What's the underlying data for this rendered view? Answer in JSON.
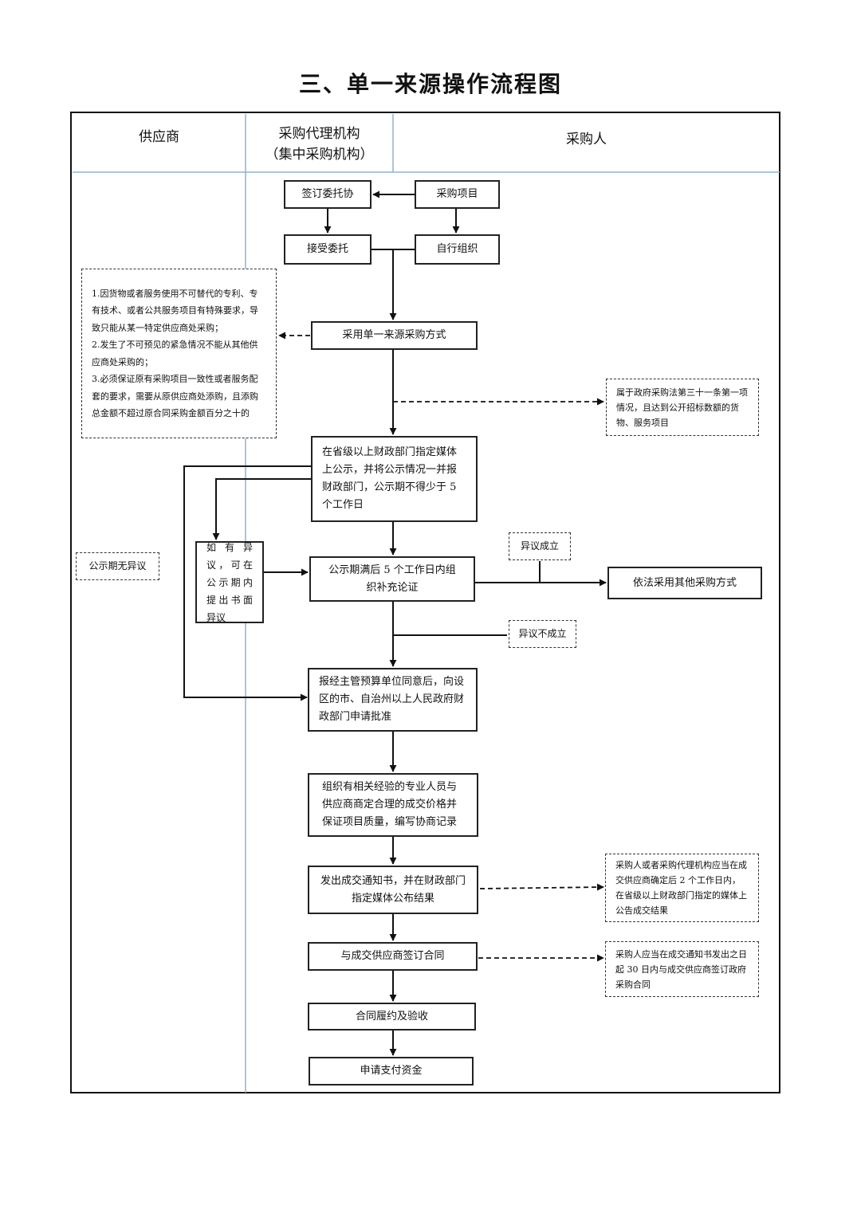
{
  "title": "三、单一来源操作流程图",
  "lanes": {
    "supplier": "供应商",
    "agency_line1": "采购代理机构",
    "agency_line2": "（集中采购机构）",
    "purchaser": "采购人"
  },
  "boxes": {
    "sign_entrust": "签订委托协",
    "procurement_project": "采购项目",
    "accept_entrust": "接受委托",
    "self_organize": "自行组织",
    "adopt_single_source": "采用单一来源采购方式",
    "publicize": "在省级以上财政部门指定媒体上公示，并将公示情况一并报财政部门，公示期不得少于 5 个工作日",
    "objection_raise": "如有异议，可在公示期内提出书面异议",
    "supplement_review": "公示期满后 5 个工作日内组织补充论证",
    "other_method": "依法采用其他采购方式",
    "report_approval": "报经主管预算单位同意后，向设区的市、自治州以上人民政府财政部门申请批准",
    "negotiate": "组织有相关经验的专业人员与供应商商定合理的成交价格并保证项目质量，编写协商记录",
    "issue_notice": "发出成交通知书，并在财政部门指定媒体公布结果",
    "sign_contract": "与成交供应商签订合同",
    "perform_accept": "合同履约及验收",
    "apply_payment": "申请支付资金"
  },
  "notes": {
    "conditions": [
      "1.因货物或者服务使用不可替代的专利、专有技术、或者公共服务项目有特殊要求，导致只能从某一特定供应商处采购；",
      "2.发生了不可预见的紧急情况不能从其他供应商处采购的；",
      "3.必须保证原有采购项目一致性或者服务配套的要求，需要从原供应商处添购，且添购总金额不超过原合同采购金额百分之十的"
    ],
    "law_article": "属于政府采购法第三十一条第一项情况，且达到公开招标数额的货物、服务项目",
    "no_objection": "公示期无异议",
    "objection_upheld": "异议成立",
    "objection_rejected": "异议不成立",
    "announce_result": "采购人或者采购代理机构应当在成交供应商确定后 2 个工作日内，在省级以上财政部门指定的媒体上公告成交结果",
    "contract_deadline": "采购人应当在成交通知书发出之日起 30 日内与成交供应商签订政府采购合同"
  }
}
